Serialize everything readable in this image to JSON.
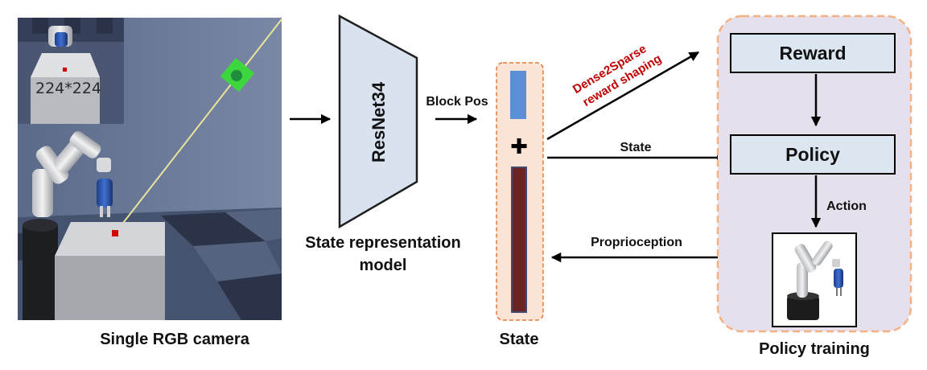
{
  "camera": {
    "inset_label": "224*224",
    "caption": "Single RGB camera"
  },
  "encoder": {
    "name": "ResNet34",
    "caption_line1": "State representation",
    "caption_line2": "model"
  },
  "block_pos_label": "Block Pos",
  "state_vector": {
    "plus_symbol": "✚",
    "caption": "State",
    "colors": {
      "block_pos": "#5b8fd8",
      "proprio": "#6b2323",
      "panel_fill": "#fbe3d6",
      "panel_border": "#e07a3a"
    }
  },
  "shaping_label": {
    "line1": "Dense2Sparse",
    "line2": "reward shaping",
    "color": "#c00000"
  },
  "state_arrow_label": "State",
  "proprioception_label": "Proprioception",
  "policy_panel": {
    "reward_label": "Reward",
    "policy_label": "Policy",
    "action_label": "Action",
    "caption": "Policy training",
    "colors": {
      "panel_fill": "#e6e0ec",
      "panel_border": "#f4b183",
      "box_fill": "#dce6f1"
    }
  }
}
